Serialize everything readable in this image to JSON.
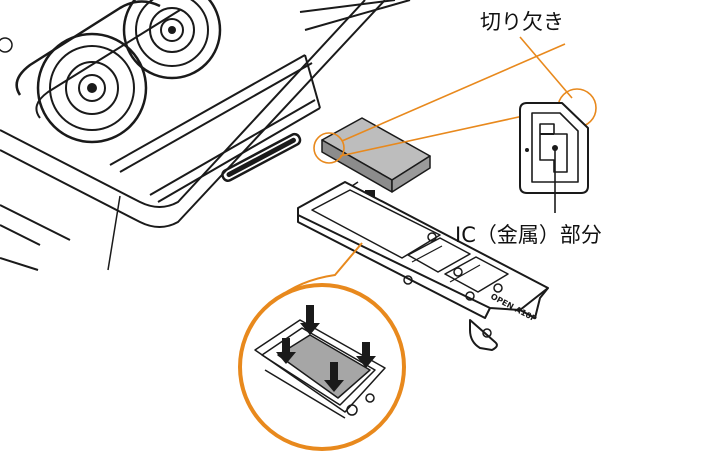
{
  "labels": {
    "notch": "切り欠き",
    "ic_contact": "IC（金属）部分",
    "tray_marking": "OPEN A10P"
  },
  "colors": {
    "callout": "#e8891d",
    "line": "#1a1a1a",
    "device_fill": "#ffffff",
    "card_fill": "#a6a6a6",
    "card_top": "#bdbdbd"
  },
  "icons": {
    "insert_arrow": "down-arrow",
    "press_arrows": "down-arrow"
  }
}
